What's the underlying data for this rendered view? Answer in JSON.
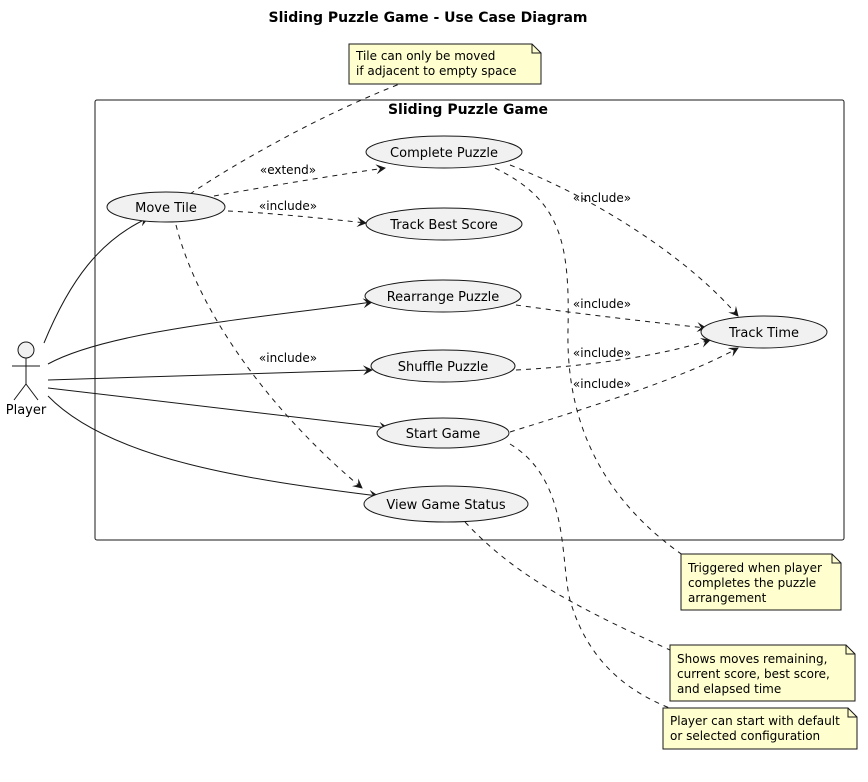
{
  "diagram": {
    "title": "Sliding Puzzle Game - Use Case Diagram",
    "boundary": "Sliding Puzzle Game",
    "actor": "Player",
    "use_cases": {
      "move_tile": "Move Tile",
      "complete_puzzle": "Complete Puzzle",
      "track_best_score": "Track Best Score",
      "rearrange_puzzle": "Rearrange Puzzle",
      "shuffle_puzzle": "Shuffle Puzzle",
      "start_game": "Start Game",
      "view_game_status": "View Game Status",
      "track_time": "Track Time"
    },
    "relations": {
      "extend": "«extend»",
      "include_best": "«include»",
      "include_complete_time": "«include»",
      "include_rearrange_time": "«include»",
      "include_shuffle_time": "«include»",
      "include_start_time": "«include»",
      "include_move_status": "«include»"
    },
    "notes": {
      "tile_move": [
        "Tile can only be moved",
        "if adjacent to empty space"
      ],
      "complete": [
        "Triggered when player",
        "completes the puzzle",
        "arrangement"
      ],
      "status": [
        "Shows moves remaining,",
        "current score, best score,",
        "and elapsed time"
      ],
      "start": [
        "Player can start with default",
        "or selected configuration"
      ]
    },
    "colors": {
      "use_case_fill": "#f1f1f1",
      "note_fill": "#fefece",
      "stroke": "#181818"
    }
  }
}
